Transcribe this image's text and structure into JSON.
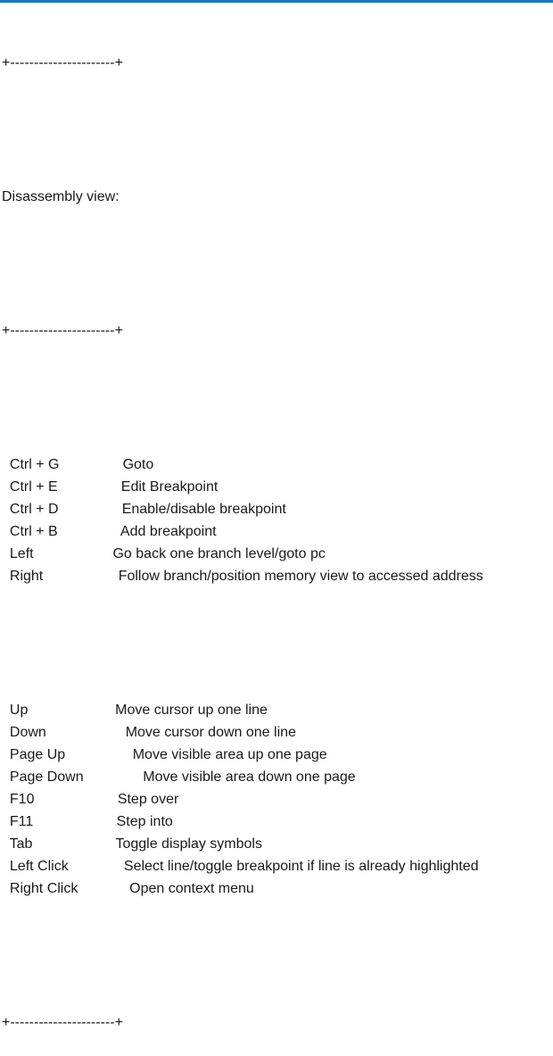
{
  "page": {
    "accent_color": "#1878be",
    "text_color": "#1a1a1a"
  },
  "document": {
    "divider": "+----------------------+",
    "section_title": "Disassembly view:",
    "key_indent_chars": 2,
    "key_column_chars": 24,
    "shortcut_groups": [
      {
        "name": "breakpoint-and-branch-shortcuts",
        "items": [
          {
            "key": "Ctrl + G",
            "action": "Goto"
          },
          {
            "key": "Ctrl + E",
            "action": "Edit Breakpoint"
          },
          {
            "key": "Ctrl + D",
            "action": "Enable/disable breakpoint"
          },
          {
            "key": "Ctrl + B",
            "action": "Add breakpoint"
          },
          {
            "key": "Left",
            "action": "Go back one branch level/goto pc"
          },
          {
            "key": "Right",
            "action": "Follow branch/position memory view to accessed address"
          }
        ]
      },
      {
        "name": "navigation-shortcuts",
        "items": [
          {
            "key": "Up",
            "action": "Move cursor up one line"
          },
          {
            "key": "Down",
            "action": "Move cursor down one line"
          },
          {
            "key": "Page Up",
            "action": "Move visible area up one page"
          },
          {
            "key": "Page Down",
            "action": "Move visible area down one page"
          },
          {
            "key": "F10",
            "action": "Step over"
          },
          {
            "key": "F11",
            "action": "Step into"
          },
          {
            "key": "Tab",
            "action": "Toggle display symbols"
          },
          {
            "key": "Left Click",
            "action": "Select line/toggle breakpoint if line is already highlighted"
          },
          {
            "key": "Right Click",
            "action": "Open context menu"
          }
        ]
      }
    ]
  }
}
